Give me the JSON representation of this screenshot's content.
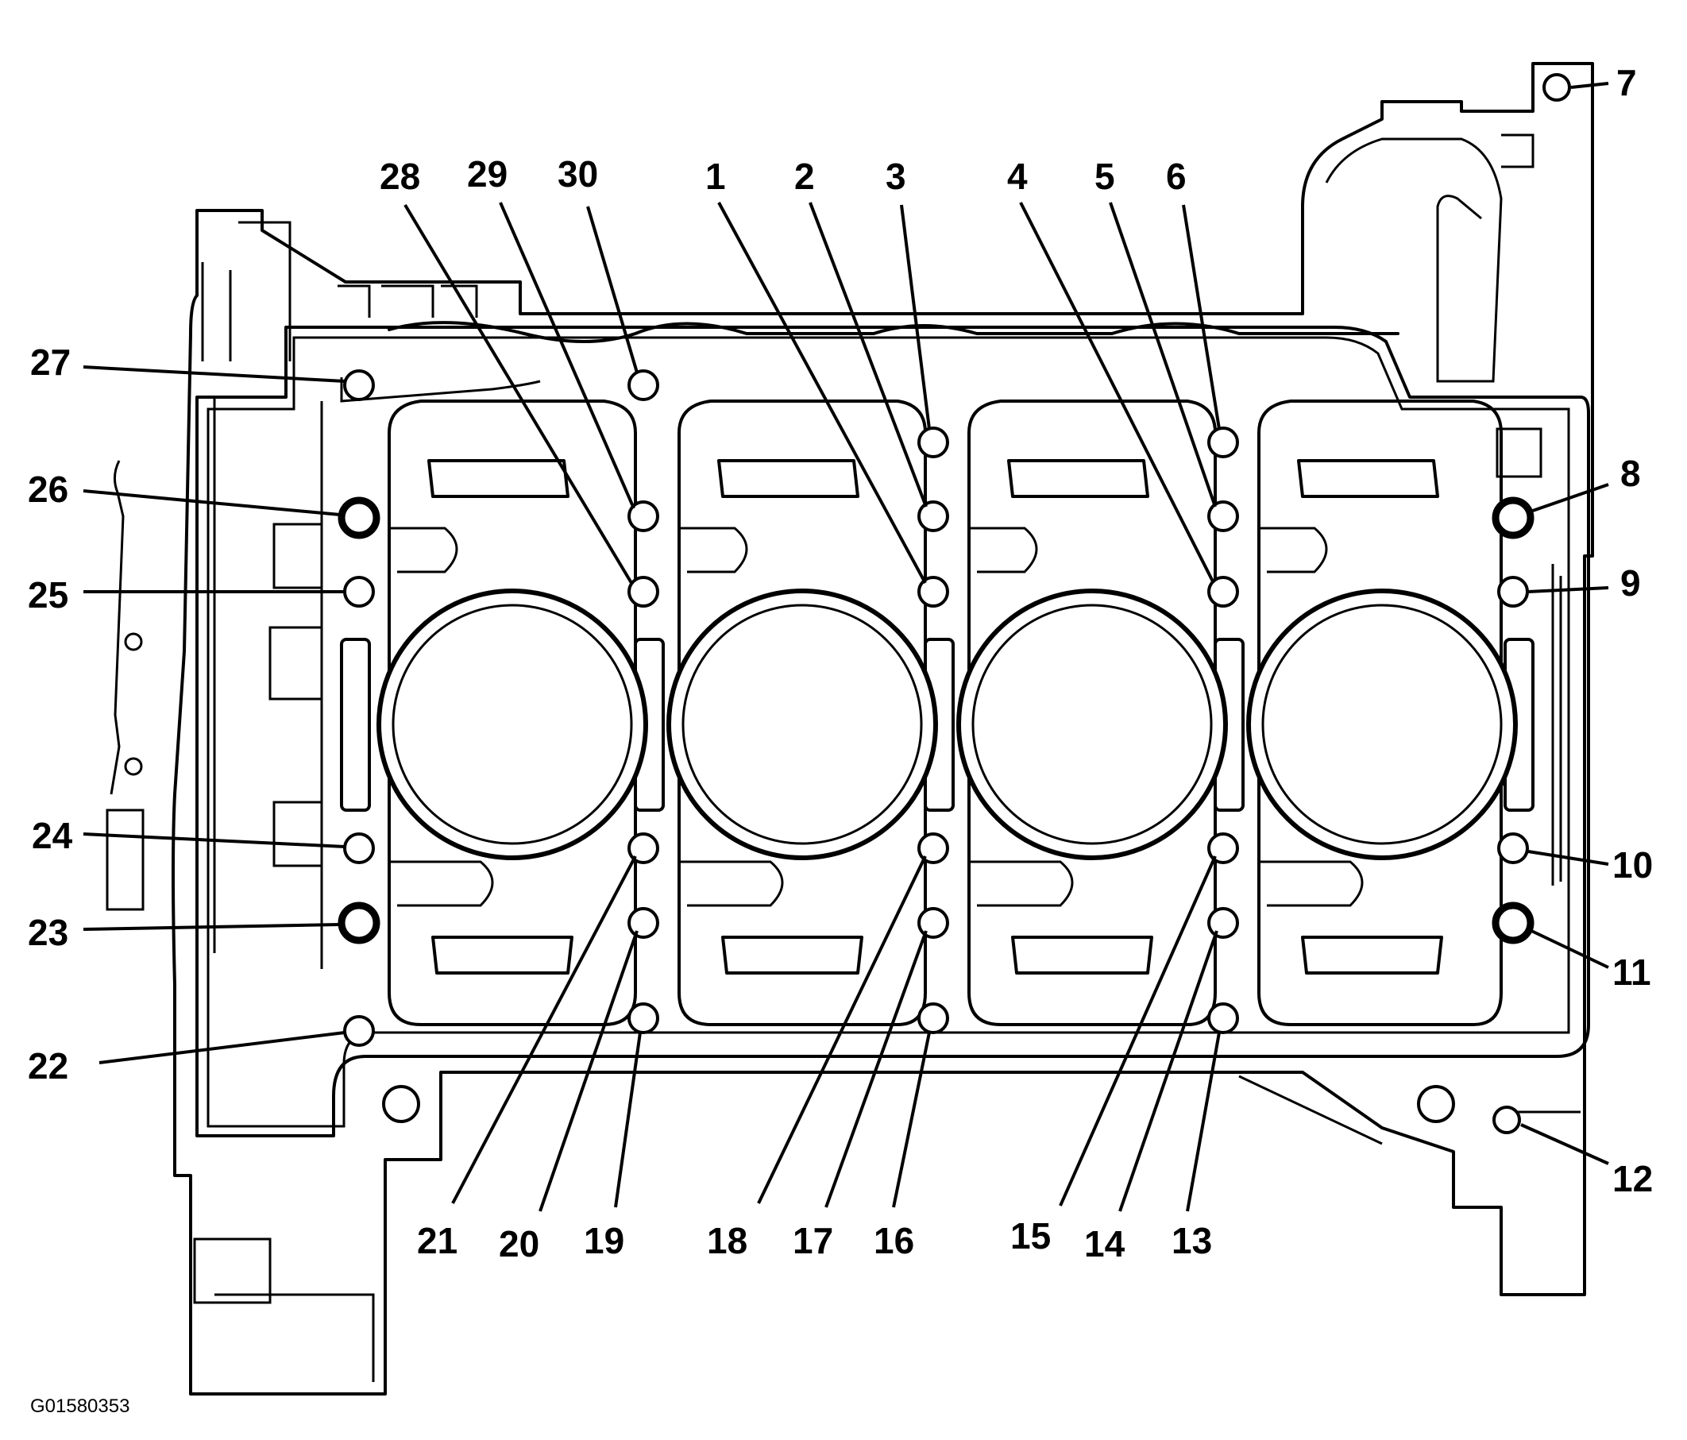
{
  "figure_id": "G01580353",
  "callouts": [
    "1",
    "2",
    "3",
    "4",
    "5",
    "6",
    "7",
    "8",
    "9",
    "10",
    "11",
    "12",
    "13",
    "14",
    "15",
    "16",
    "17",
    "18",
    "19",
    "20",
    "21",
    "22",
    "23",
    "24",
    "25",
    "26",
    "27",
    "28",
    "29",
    "30"
  ]
}
